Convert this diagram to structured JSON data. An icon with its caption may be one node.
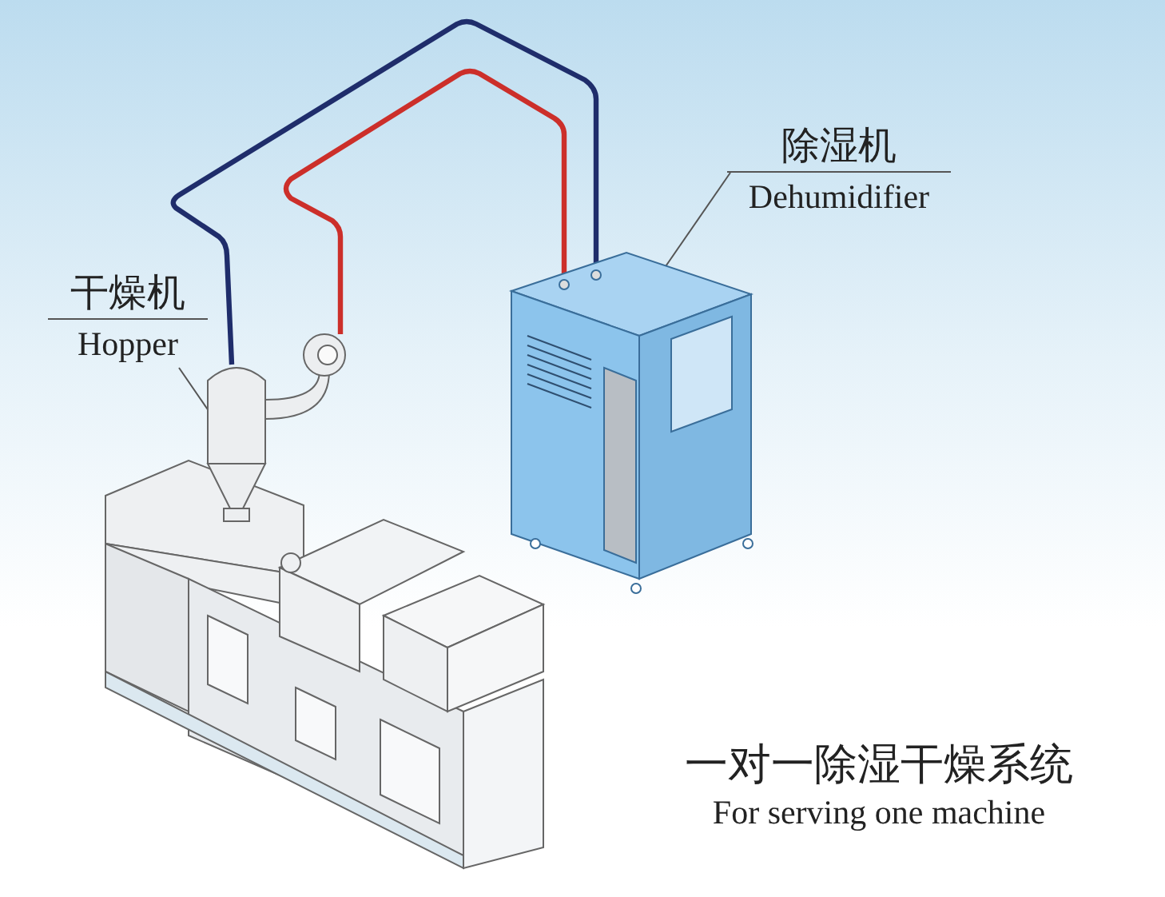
{
  "diagram": {
    "nodes": [
      {
        "text": [
          "干燥机",
          "Hopper"
        ]
      },
      {
        "text": [],
        "shape": "picture"
      },
      {
        "text": [
          "除湿机",
          "Dehumidifier"
        ]
      },
      {
        "text": [],
        "shape": "picture"
      }
    ],
    "edges": [
      {
        "from": 0,
        "to": 1,
        "arrow": "none"
      },
      {
        "from": 2,
        "to": 3,
        "arrow": "none"
      },
      {
        "from": 3,
        "to": 1,
        "arrow": "none",
        "style": "thick",
        "color": "#1f2d6b"
      },
      {
        "from": 3,
        "to": 1,
        "arrow": "none",
        "style": "thick",
        "color": "#cc2f2a"
      }
    ],
    "labels": [
      "一对一除湿干燥系统",
      "For serving one machine"
    ]
  }
}
